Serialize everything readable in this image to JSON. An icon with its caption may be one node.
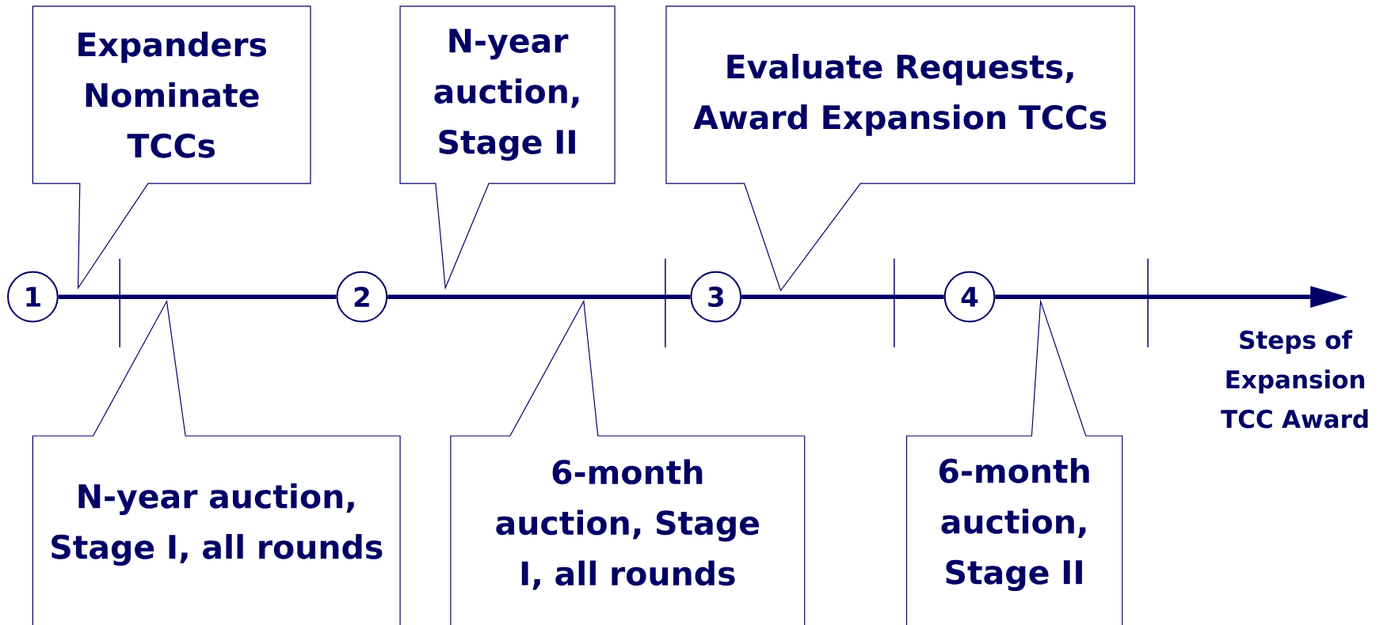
{
  "diagram": {
    "nodes": [
      {
        "text": [
          "1"
        ]
      },
      {
        "text": [
          "2"
        ]
      },
      {
        "text": [
          "3"
        ]
      },
      {
        "text": [
          "4"
        ]
      },
      {
        "text": [
          "Expanders Nominate TCCs"
        ]
      },
      {
        "text": [
          "N-year auction, Stage II"
        ]
      },
      {
        "text": [
          "Evaluate Requests, Award Expansion TCCs"
        ]
      },
      {
        "text": [
          "N-year auction, Stage I, all rounds"
        ]
      },
      {
        "text": [
          "6-month auction, Stage I, all rounds"
        ]
      },
      {
        "text": [
          "6-month auction, Stage II"
        ]
      }
    ],
    "edges": [
      {
        "from": 0,
        "to": 1,
        "arrow": "none"
      },
      {
        "from": 1,
        "to": 2,
        "arrow": "none"
      },
      {
        "from": 2,
        "to": 3,
        "arrow": "none"
      },
      {
        "from": 3,
        "to": null,
        "arrow": "to"
      }
    ],
    "labels": [
      "Steps of Expansion TCC Award"
    ]
  }
}
